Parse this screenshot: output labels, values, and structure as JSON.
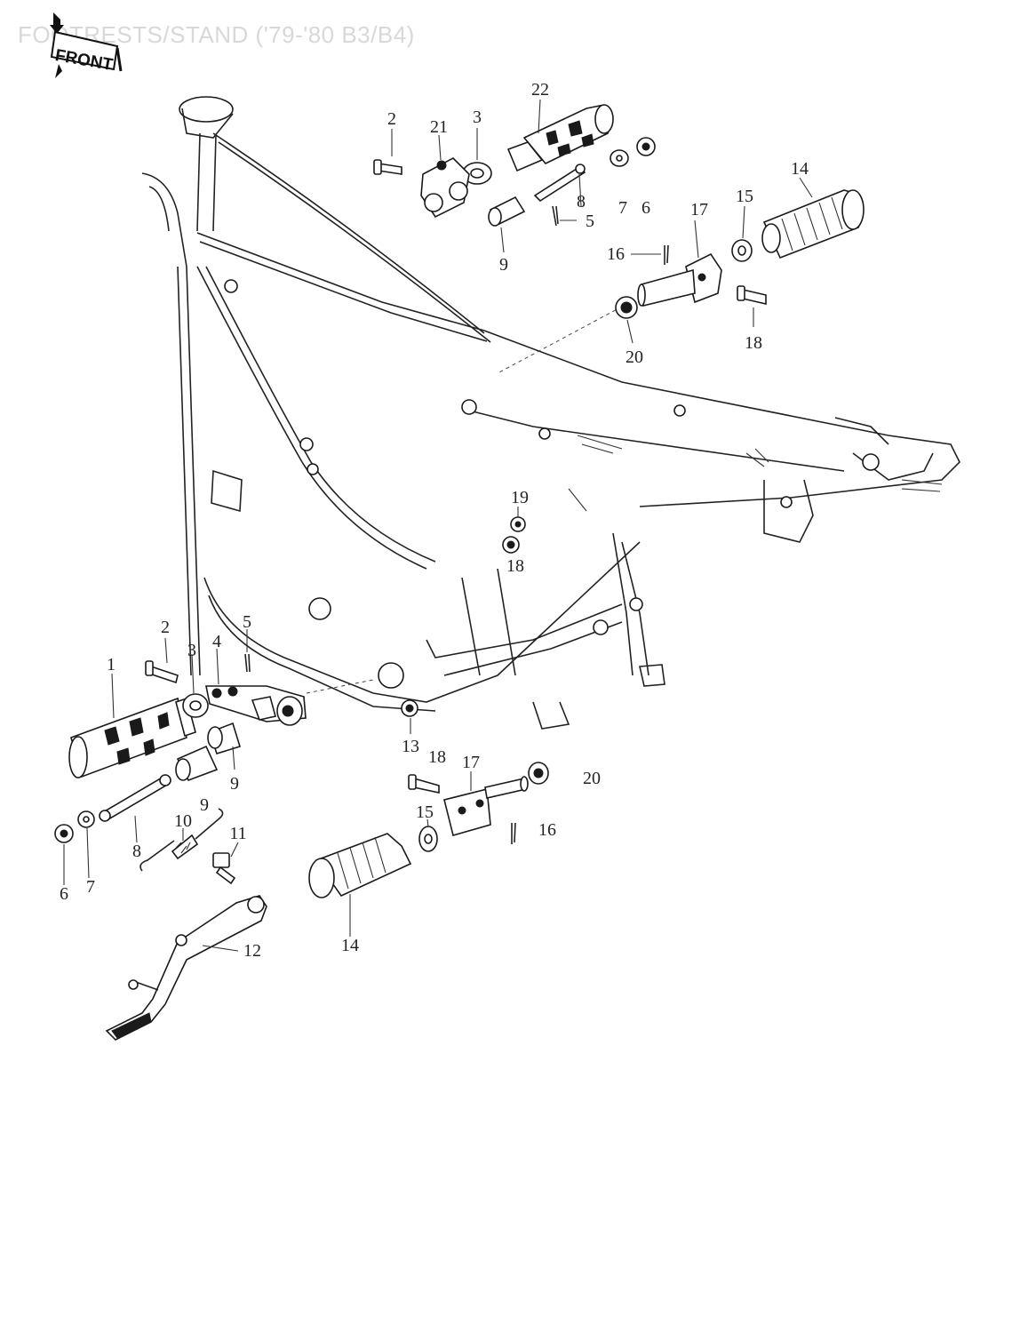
{
  "title": "FOOTRESTS/STAND ('79-'80 B3/B4)",
  "badge": {
    "label": "FRONT",
    "icon": "front-arrow-icon"
  },
  "callouts": [
    {
      "id": "c22",
      "text": "22"
    },
    {
      "id": "c2a",
      "text": "2"
    },
    {
      "id": "c21",
      "text": "21"
    },
    {
      "id": "c3a",
      "text": "3"
    },
    {
      "id": "c8a",
      "text": "8"
    },
    {
      "id": "c7a",
      "text": "7"
    },
    {
      "id": "c6a",
      "text": "6"
    },
    {
      "id": "c5a",
      "text": "5"
    },
    {
      "id": "c9a",
      "text": "9"
    },
    {
      "id": "c17a",
      "text": "17"
    },
    {
      "id": "c15a",
      "text": "15"
    },
    {
      "id": "c14a",
      "text": "14"
    },
    {
      "id": "c16a",
      "text": "16"
    },
    {
      "id": "c18a",
      "text": "18"
    },
    {
      "id": "c20a",
      "text": "20"
    },
    {
      "id": "c19",
      "text": "19"
    },
    {
      "id": "c18b",
      "text": "18"
    },
    {
      "id": "c2b",
      "text": "2"
    },
    {
      "id": "c5b",
      "text": "5"
    },
    {
      "id": "c1",
      "text": "1"
    },
    {
      "id": "c3b",
      "text": "3"
    },
    {
      "id": "c4",
      "text": "4"
    },
    {
      "id": "c9b",
      "text": "9"
    },
    {
      "id": "c13",
      "text": "13"
    },
    {
      "id": "c18c",
      "text": "18"
    },
    {
      "id": "c17b",
      "text": "17"
    },
    {
      "id": "c20b",
      "text": "20"
    },
    {
      "id": "c15b",
      "text": "15"
    },
    {
      "id": "c16b",
      "text": "16"
    },
    {
      "id": "c8b",
      "text": "8"
    },
    {
      "id": "c10",
      "text": "10"
    },
    {
      "id": "c9c",
      "text": "9"
    },
    {
      "id": "c11",
      "text": "11"
    },
    {
      "id": "c6b",
      "text": "6"
    },
    {
      "id": "c7b",
      "text": "7"
    },
    {
      "id": "c12",
      "text": "12"
    },
    {
      "id": "c14b",
      "text": "14"
    }
  ]
}
